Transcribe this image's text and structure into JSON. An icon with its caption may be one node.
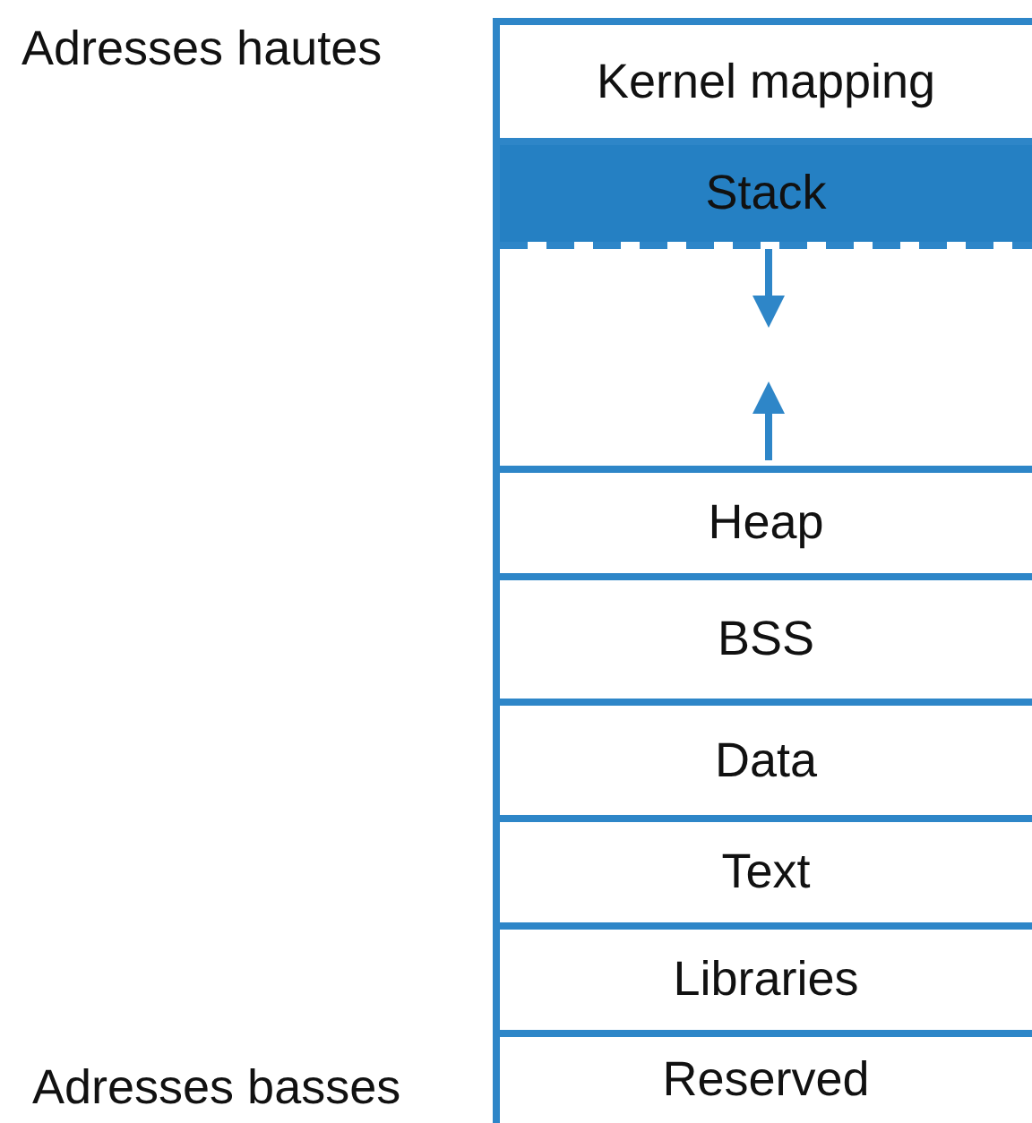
{
  "diagram": {
    "nodes": [
      {
        "text": [
          "Kernel mapping"
        ]
      },
      {
        "text": [
          "Stack"
        ]
      },
      {
        "text": [],
        "shape": "box"
      },
      {
        "text": [
          "Heap"
        ]
      },
      {
        "text": [
          "BSS"
        ]
      },
      {
        "text": [
          "Data"
        ]
      },
      {
        "text": [
          "Text"
        ]
      },
      {
        "text": [
          "Libraries"
        ]
      },
      {
        "text": [
          "Reserved"
        ]
      }
    ],
    "edges": [],
    "labels": [
      "Adresses hautes",
      "Adresses basses"
    ]
  }
}
